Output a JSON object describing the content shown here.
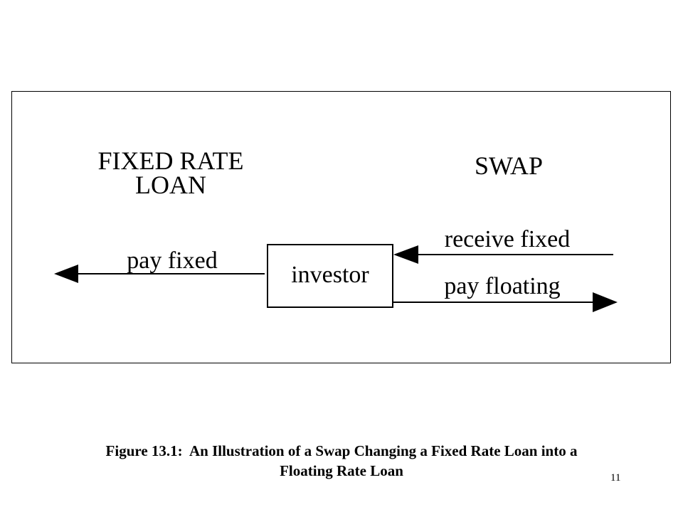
{
  "diagram": {
    "loan_heading": [
      "FIXED RATE",
      "LOAN"
    ],
    "swap_heading": "SWAP",
    "center_box_label": "investor",
    "flows": {
      "pay_fixed": "pay fixed",
      "receive_fixed": "receive fixed",
      "pay_floating": "pay floating"
    }
  },
  "caption": {
    "line1": "Figure 13.1:  An Illustration of a Swap Changing a Fixed Rate Loan into a",
    "line2": "Floating Rate Loan"
  },
  "page_number": "11"
}
